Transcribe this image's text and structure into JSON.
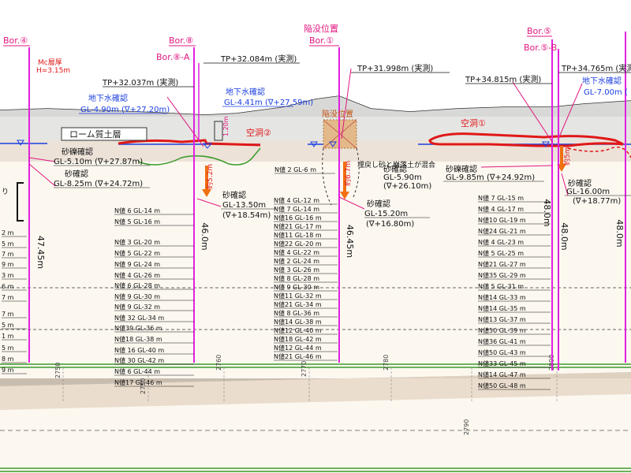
{
  "boreholes": [
    {
      "name": "Bor.④",
      "depth": "47.45m"
    },
    {
      "name": "Bor.⑧",
      "sub": "Bor.⑧-A",
      "depth": "46.0m"
    },
    {
      "name": "Bor.①",
      "top_label": "陥没位置",
      "depth": "46.45m"
    },
    {
      "name": "Bor.⑤",
      "sub": "Bor.⑤-B",
      "depth": "48.0m",
      "depth_alt": "48.0m"
    },
    {
      "name": "",
      "depth": "48.0m"
    }
  ],
  "labels": {
    "ms_layer": "Mc層厚",
    "ms_h": "H=3.15m",
    "loam": "ローム質土層",
    "cave2": "空洞②",
    "cave1": "空洞①",
    "collapse_site": "陥没位置",
    "buried_sand": "埋戻し砂と崩落土が混合",
    "tp1": "TP+32.084m (実測)",
    "tp2": "TP+32.037m (実測)",
    "tp3": "TP+31.998m (実測)",
    "tp4": "TP+34.815m (実測)",
    "tp5": "TP+34.765m (実測)",
    "gw1_title": "地下水確認",
    "gw1_val": "GL-4.90m (∇+27.20m)",
    "gw2_title": "地下水確認",
    "gw2_val": "GL-4.41m (∇+27.59m)",
    "gw3_title": "地下水確認",
    "gw3_val": "GL-7.00m (",
    "gravel1_title": "砂礫確認",
    "gravel1_val": "GL-5.10m (∇+27.87m)",
    "sand1_title": "砂確認",
    "sand1_val": "GL-8.25m (∇+24.72m)",
    "sand2_title": "砂確認",
    "sand2_val": "GL-13.50m",
    "sand2_sub": "(∇+18.54m)",
    "sand3_title": "砂確認",
    "sand3_val": "GL-5.90m",
    "sand3_sub": "(∇+26.10m)",
    "sand4_title": "砂確認",
    "sand4_val": "GL-15.20m",
    "sand4_sub": "(∇+16.80m)",
    "gravel2_title": "砂礫確認",
    "gravel2_val": "GL-9.85m (∇+24.92m)",
    "sand5_title": "砂確認",
    "sand5_val": "GL-16.00m",
    "sand5_sub": "(∇+18.77m)",
    "dim_1": "約5.2m",
    "dim_2": "約6.7m",
    "dim_3": "約5m",
    "small_dim": "1.20m",
    "n2": "N値 2 GL-6 m",
    "ri": "り"
  },
  "stations": [
    "2750",
    "2760",
    "2770",
    "2780",
    "2790",
    "2800"
  ],
  "n_lists": {
    "bor8": [
      "N値 6 GL-14 m",
      "N値 5 GL-16 m",
      "N値 3 GL-20 m",
      "N値 5 GL-22 m",
      "N値 9 GL-24 m",
      "N値 4 GL-26 m",
      "N値 6 GL-28 m",
      "N値 9 GL-30 m",
      "N値 9 GL-32 m",
      "N値 32 GL-34 m",
      "N値39 GL-36 m",
      "N値18 GL-38 m",
      "N値 16 GL-40 m",
      "N値 30 GL-42 m",
      "N値 6 GL-44 m",
      "N値17 GL-46 m"
    ],
    "bor1": [
      "N値 4 GL-12 m",
      "N値 7 GL-14 m",
      "N値16 GL-16 m",
      "N値21 GL-17 m",
      "N値11 GL-18 m",
      "N値22 GL-20 m",
      "N値 4 GL-22 m",
      "N値 2 GL-24 m",
      "N値 3 GL-26 m",
      "N値 8 GL-28 m",
      "N値 9 GL-30 m",
      "N値11 GL-32 m",
      "N値21 GL-34 m",
      "N値 8 GL-36 m",
      "N値14 GL-38 m",
      "N値12 GL-40 m",
      "N値18 GL-42 m",
      "N値12 GL-44 m",
      "N値21 GL-46 m"
    ],
    "bor5": [
      "N値 7 GL-15 m",
      "N値 4 GL-17 m",
      "N値10 GL-19 m",
      "N値24 GL-21 m",
      "N値 4 GL-23 m",
      "N値 5 GL-25 m",
      "N値21 GL-27 m",
      "N値35 GL-29 m",
      "N値 5 GL-31 m",
      "N値14 GL-33 m",
      "N値14 GL-35 m",
      "N値13 GL-37 m",
      "N値50 GL-39 m",
      "N値36 GL-41 m",
      "N値50 GL-43 m",
      "N値33 GL-45 m",
      "N値14 GL-47 m",
      "N値50 GL-48 m"
    ],
    "left": [
      "2 m",
      "5 m",
      "7 m",
      "9 m",
      "3 m",
      "6 m",
      "7 m",
      "7 m",
      "5 m",
      "1 m",
      "5 m",
      "8 m",
      "9 m"
    ]
  },
  "colors": {
    "borehole": "#e020e0",
    "pink_label": "#e01880",
    "water": "#1a3ee0",
    "cave": "#e01818",
    "green": "#3a9a2a",
    "orange": "#f07010",
    "station": "#30a030"
  }
}
